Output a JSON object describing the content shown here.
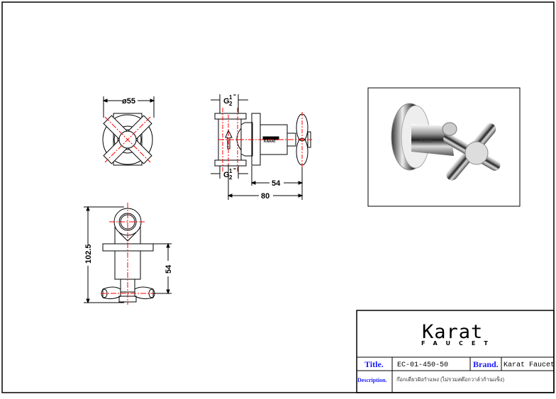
{
  "drawing": {
    "dimensions": {
      "top_diameter": "ø55",
      "thread_top": "G",
      "thread_bottom": "G",
      "thread_fraction_num": "1",
      "thread_fraction_den": "2",
      "thread_inch": "\"",
      "depth_54": "54",
      "length_80": "80",
      "height_102_5": "102.5",
      "height_54": "54"
    },
    "body_mark": "KARAT"
  },
  "photo": {
    "logo": "Karat"
  },
  "title_block": {
    "logo_main": "Karat",
    "logo_sub": "FAUCET",
    "title_label": "Title.",
    "title_value": "EC-01-450-50",
    "brand_label": "Brand.",
    "brand_value": "Karat Faucet",
    "description_label": "Description.",
    "description_value": "ก๊อกเดี่ยวฝังกำแพง (ไม่รวมสต๊อกวาล์วก้านแข็ง)"
  },
  "colors": {
    "centerline": "#ff0000",
    "label": "#1a1aff"
  }
}
